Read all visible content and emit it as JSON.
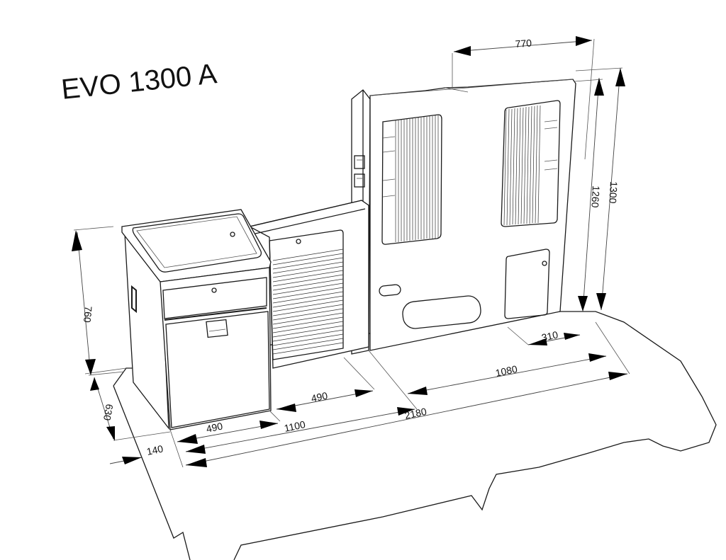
{
  "title": "EVO 1300 A",
  "colors": {
    "line": "#1a1a1a",
    "background": "#ffffff",
    "arrow": "#000000"
  },
  "dimensions": {
    "back_width": "770",
    "panel_height_inner": "1260",
    "panel_height_outer": "1300",
    "kitchen_height": "760",
    "kitchen_depth": "630",
    "offset_front": "140",
    "fridge_width": "490",
    "cupboard_width": "490",
    "kitchen_total": "1100",
    "overall_length": "2180",
    "rear_floor": "1080",
    "hatch_offset": "310"
  },
  "components": [
    {
      "name": "sink-lid",
      "label": ""
    },
    {
      "name": "drawer",
      "label": ""
    },
    {
      "name": "fridge",
      "label": ""
    },
    {
      "name": "roller-shutter-cupboard",
      "label": ""
    },
    {
      "name": "wardrobe-panel",
      "label": ""
    },
    {
      "name": "floor-panel",
      "label": ""
    }
  ]
}
